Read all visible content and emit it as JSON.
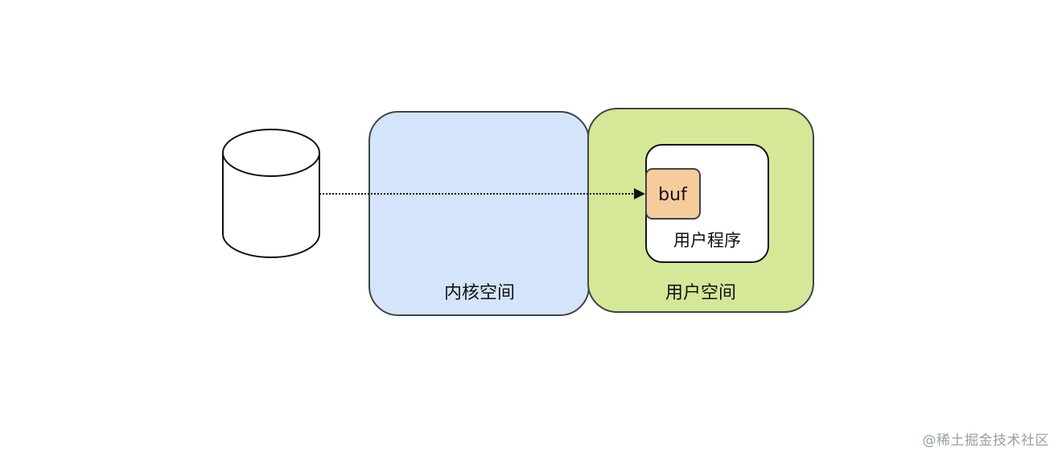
{
  "diagram": {
    "kernel_space": {
      "label": "内核空间",
      "fill": "#d4e4fb",
      "stroke": "#3f4448"
    },
    "user_space": {
      "label": "用户空间",
      "fill": "#d5e898",
      "stroke": "#3f4448"
    },
    "user_program": {
      "label": "用户程序",
      "fill": "#ffffff",
      "stroke": "#111111"
    },
    "buffer": {
      "label": "buf",
      "fill": "#f7cc9d",
      "stroke": "#3f4448"
    },
    "disk": {
      "fill": "#ffffff",
      "stroke": "#111111"
    },
    "arrow": {
      "style": "dotted",
      "color": "#111111",
      "from": "disk",
      "to": "buffer"
    }
  },
  "watermark": {
    "text": "@稀土掘金技术社区"
  }
}
